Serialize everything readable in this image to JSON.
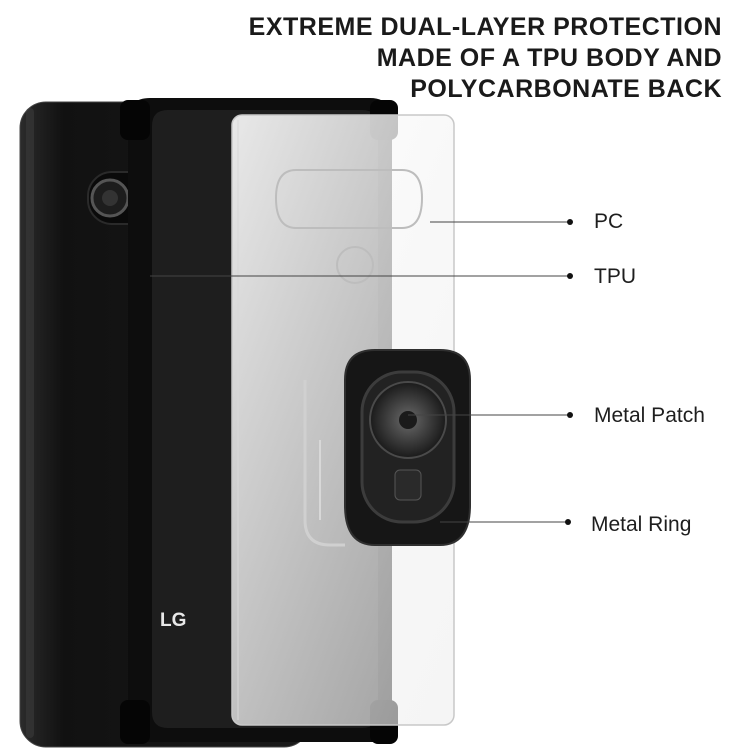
{
  "headline": {
    "line1": "EXTREME DUAL-LAYER PROTECTION",
    "line2": "MADE OF A TPU BODY AND",
    "line3": "POLYCARBONATE BACK"
  },
  "callouts": {
    "pc": "PC",
    "tpu": "TPU",
    "metal_patch": "Metal Patch",
    "metal_ring": "Metal Ring"
  },
  "phone": {
    "brand": "LG"
  },
  "colors": {
    "phone_body": "#141414",
    "bumper": "#0d0d0d",
    "clear_back": "#f6f6f6",
    "ring": "#1b1b1b"
  }
}
